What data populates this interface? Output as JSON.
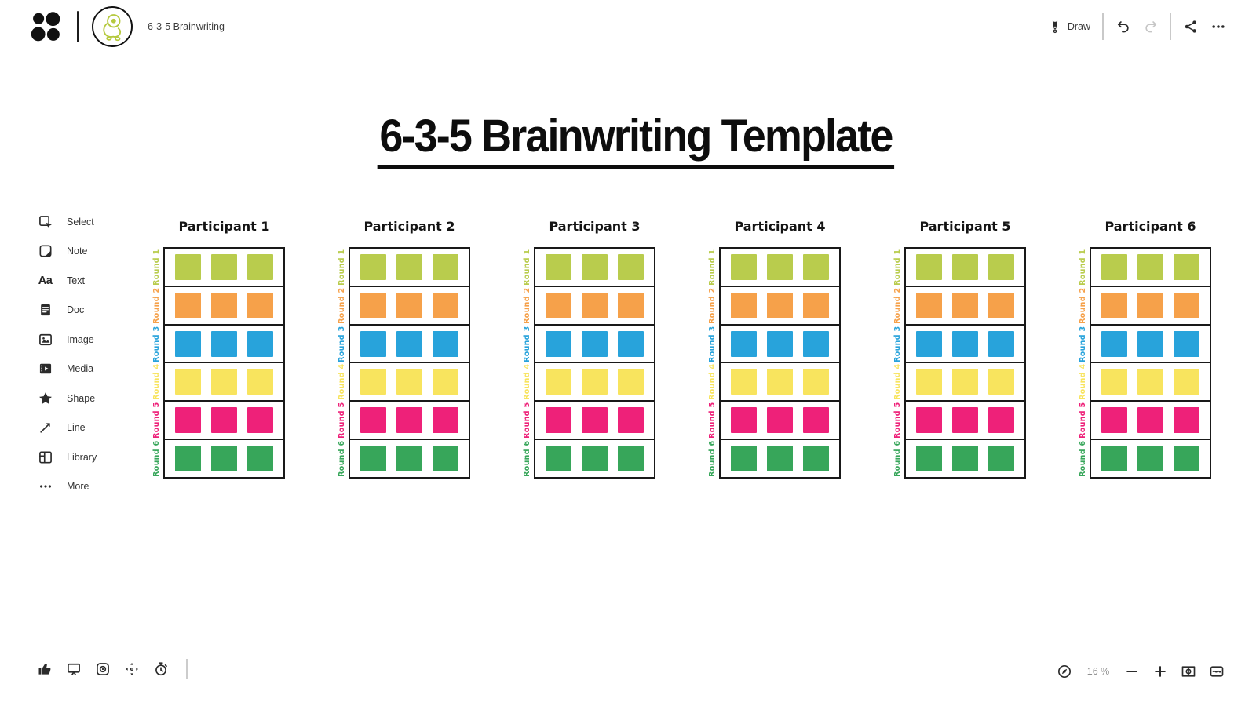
{
  "topbar": {
    "board_title": "6-3-5 Brainwriting",
    "draw_label": "Draw",
    "right_icons": [
      "pen-icon",
      "undo-icon",
      "redo-icon",
      "share-icon",
      "more-horizontal-icon"
    ],
    "disabled_icons": [
      "redo-icon",
      "move-icon"
    ]
  },
  "sidebar": {
    "items": [
      {
        "label": "Select",
        "icon": "select-icon"
      },
      {
        "label": "Note",
        "icon": "note-icon"
      },
      {
        "label": "Text",
        "icon": "text-icon"
      },
      {
        "label": "Doc",
        "icon": "doc-icon"
      },
      {
        "label": "Image",
        "icon": "image-icon"
      },
      {
        "label": "Media",
        "icon": "media-icon"
      },
      {
        "label": "Shape",
        "icon": "shape-icon"
      },
      {
        "label": "Line",
        "icon": "line-icon"
      },
      {
        "label": "Library",
        "icon": "library-icon"
      },
      {
        "label": "More",
        "icon": "more-dots-icon"
      }
    ]
  },
  "canvas": {
    "title": "6-3-5 Brainwriting Template",
    "participants": [
      "Participant 1",
      "Participant 2",
      "Participant 3",
      "Participant 4",
      "Participant 5",
      "Participant 6"
    ],
    "rounds": [
      {
        "label": "Round 1",
        "color": "#b9cc4d"
      },
      {
        "label": "Round 2",
        "color": "#f6a14a"
      },
      {
        "label": "Round 3",
        "color": "#28a3db"
      },
      {
        "label": "Round 4",
        "color": "#f8e45e"
      },
      {
        "label": "Round 5",
        "color": "#ee2179"
      },
      {
        "label": "Round 6",
        "color": "#37a65a"
      }
    ],
    "cards_per_round": 3
  },
  "statusbar": {
    "zoom_level": "16 %",
    "left_icons": [
      "thumbs-up-icon",
      "present-icon",
      "locate-icon",
      "move-icon",
      "timer-icon"
    ],
    "right_icons": [
      "compass-icon",
      "minus-icon",
      "plus-icon",
      "fit-frame-icon",
      "minimap-icon"
    ]
  },
  "icons": {
    "logo-icon": "four black dots app mark",
    "avatar-doodle-icon": "green robot doodle in circle",
    "pen-icon": "pen nib",
    "undo-icon": "curved arrow left",
    "redo-icon": "curved arrow right",
    "share-icon": "share nodes",
    "more-horizontal-icon": "ellipsis",
    "select-icon": "selection box with cursor",
    "note-icon": "note with folded corner",
    "text-icon": "Aa",
    "doc-icon": "document with lines",
    "image-icon": "picture with mountain",
    "media-icon": "film strip with play",
    "shape-icon": "star",
    "line-icon": "diagonal arrow",
    "library-icon": "panel grid",
    "more-dots-icon": "ellipsis",
    "thumbs-up-icon": "thumbs up",
    "present-icon": "monitor on stand",
    "locate-icon": "target in rounded square",
    "move-icon": "four direction arrows",
    "timer-icon": "stopwatch",
    "compass-icon": "compass needle",
    "minus-icon": "minus",
    "plus-icon": "plus",
    "fit-frame-icon": "frame with circle and line",
    "minimap-icon": "map with wavy line"
  }
}
